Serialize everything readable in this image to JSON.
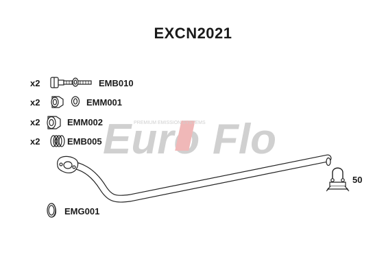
{
  "title": "EXCN2021",
  "watermark": {
    "brand_part1": "Euro",
    "brand_part2": "Flo",
    "tagline": "PREMIUM EMISSION SYSTEMS",
    "color_grey": "#d0d0d0",
    "color_red": "#f0b8b8"
  },
  "parts": [
    {
      "qty": "x2",
      "code": "EMB010",
      "icon": "bolt-icon"
    },
    {
      "qty": "x2",
      "code": "EMM001",
      "icon": "nut-icon"
    },
    {
      "qty": "x2",
      "code": "EMM002",
      "icon": "nut-icon"
    },
    {
      "qty": "x2",
      "code": "EMB005",
      "icon": "spring-icon"
    }
  ],
  "gasket": {
    "code": "EMG001",
    "icon": "gasket-icon"
  },
  "clamp": {
    "size": "50",
    "icon": "clamp-icon"
  },
  "pipe": {
    "icon": "exhaust-pipe-icon"
  }
}
